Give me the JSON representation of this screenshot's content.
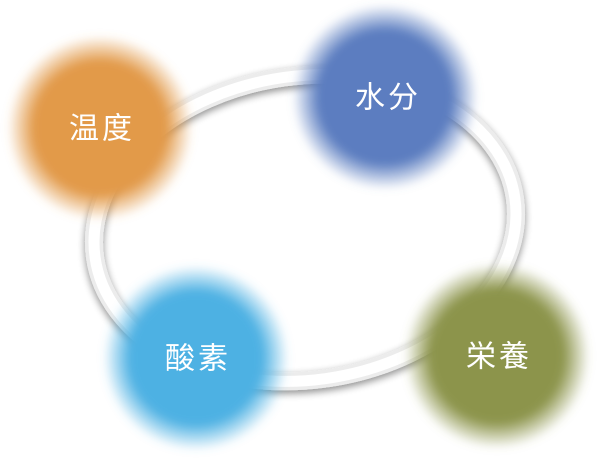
{
  "diagram": {
    "nodes": [
      {
        "id": "temperature",
        "label": "温度",
        "color": "#E29A4A"
      },
      {
        "id": "moisture",
        "label": "水分",
        "color": "#5B7DC0"
      },
      {
        "id": "nutrition",
        "label": "栄養",
        "color": "#8C944B"
      },
      {
        "id": "oxygen",
        "label": "酸素",
        "color": "#4EB1E3"
      }
    ],
    "label_color": "#ffffff",
    "ring_color": "#ffffff"
  }
}
